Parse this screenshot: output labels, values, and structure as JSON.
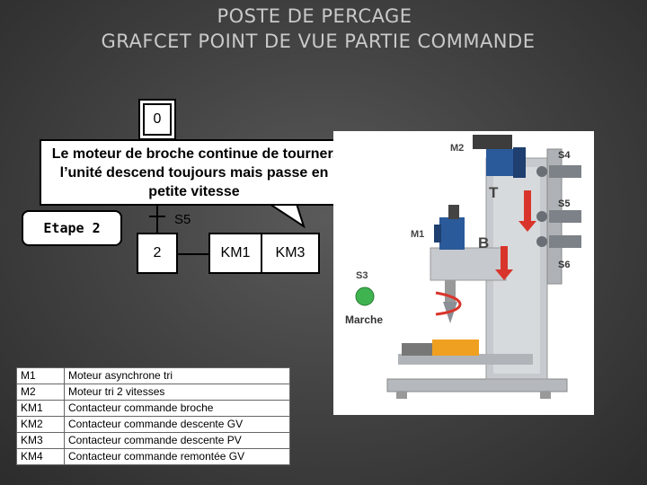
{
  "slide": {
    "title_line1": "POSTE DE PERCAGE",
    "title_line2": "GRAFCET POINT DE VUE PARTIE COMMANDE"
  },
  "grafcet": {
    "step0": "0",
    "transition": "S5",
    "step2": "2",
    "action1": "KM1",
    "action2": "KM3"
  },
  "callout_text": "Le moteur de broche continue de tourner, l’unité descend toujours mais passe en petite vitesse",
  "etape_label": "Etape 2",
  "legend": [
    {
      "code": "M1",
      "desc": "Moteur asynchrone tri"
    },
    {
      "code": "M2",
      "desc": "Moteur tri 2 vitesses"
    },
    {
      "code": "KM1",
      "desc": "Contacteur commande broche"
    },
    {
      "code": "KM2",
      "desc": "Contacteur commande descente GV"
    },
    {
      "code": "KM3",
      "desc": "Contacteur commande descente PV"
    },
    {
      "code": "KM4",
      "desc": "Contacteur commande remontée GV"
    }
  ],
  "machine_labels": {
    "m2": "M2",
    "m1": "M1",
    "s4": "S4",
    "s5": "S5",
    "s6": "S6",
    "t": "T",
    "b": "B",
    "s3": "S3",
    "marche": "Marche"
  },
  "colors": {
    "background": "#444444",
    "title": "#c9c9c9",
    "arrow_red": "#d9342b",
    "button_green": "#3fb34f",
    "motor_blue": "#2b5a9a",
    "vise_orange": "#f0a020"
  }
}
